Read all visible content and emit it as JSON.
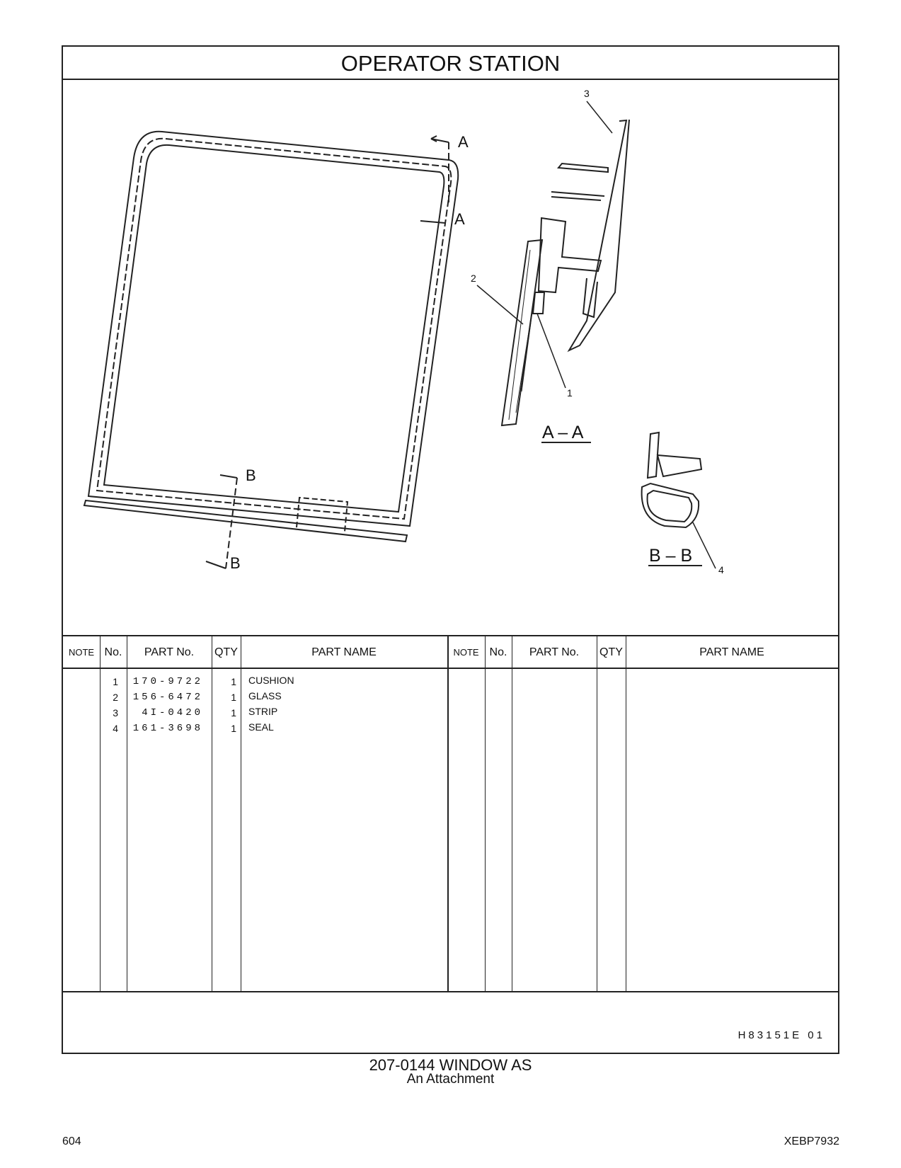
{
  "header": {
    "title": "OPERATOR   STATION"
  },
  "drawing": {
    "callouts": [
      "1",
      "2",
      "3",
      "4"
    ],
    "section_markers": [
      "A",
      "A",
      "B",
      "B"
    ],
    "section_views": [
      "A – A",
      "B – B"
    ]
  },
  "table": {
    "columns": [
      "NOTE",
      "No.",
      "PART No.",
      "QTY",
      "PART NAME",
      "NOTE",
      "No.",
      "PART No.",
      "QTY",
      "PART NAME"
    ],
    "rows": [
      {
        "no": "1",
        "part_no": "170-9722",
        "qty": "1",
        "name": "CUSHION"
      },
      {
        "no": "2",
        "part_no": "156-6472",
        "qty": "1",
        "name": "GLASS"
      },
      {
        "no": "3",
        "part_no": "4I-0420",
        "qty": "1",
        "name": "STRIP"
      },
      {
        "no": "4",
        "part_no": "161-3698",
        "qty": "1",
        "name": "SEAL"
      }
    ]
  },
  "footer_code": "H83151E   01",
  "caption": {
    "line1": "207-0144   WINDOW  AS",
    "line2": "An Attachment"
  },
  "page_number": "604",
  "doc_id": "XEBP7932"
}
